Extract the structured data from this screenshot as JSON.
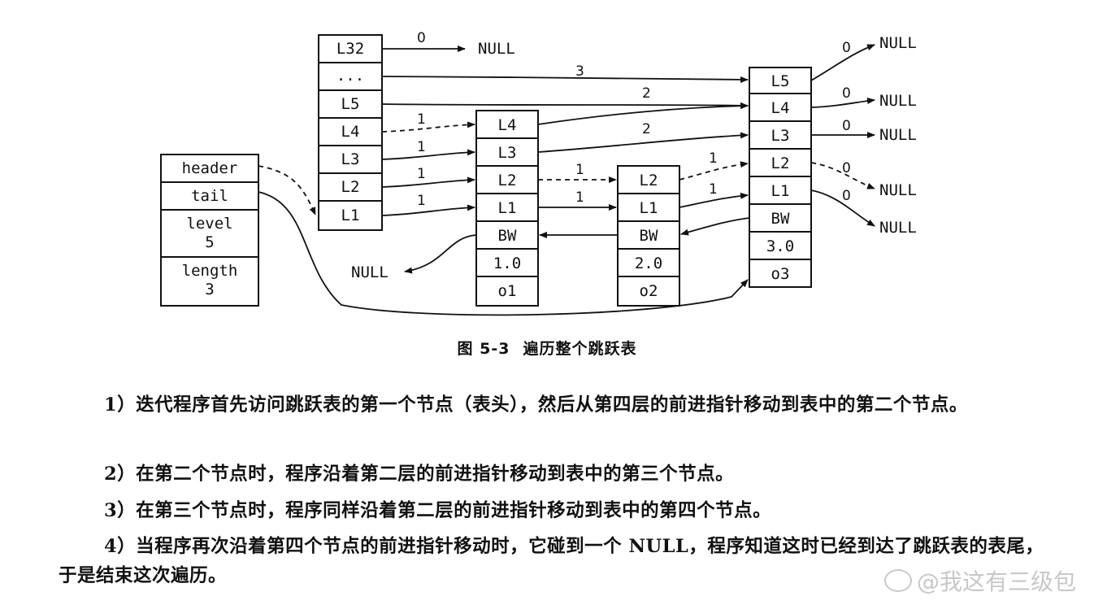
{
  "diagram": {
    "header_cells": [
      "header",
      "tail",
      "level",
      "5",
      "length",
      "3"
    ],
    "header_node": [
      "L32",
      "...",
      "L5",
      "L4",
      "L3",
      "L2",
      "L1"
    ],
    "node1": [
      "L4",
      "L3",
      "L2",
      "L1",
      "BW",
      "1.0",
      "o1"
    ],
    "node2": [
      "L2",
      "L1",
      "BW",
      "2.0",
      "o2"
    ],
    "node3": [
      "L5",
      "L4",
      "L3",
      "L2",
      "L1",
      "BW",
      "3.0",
      "o3"
    ],
    "null_label": "NULL",
    "spans": {
      "l32": "0",
      "l5_top": "3",
      "l5_n3l4": "2",
      "n1l3": "2",
      "n2l2": "1",
      "n2l1": "1",
      "h_l4": "1",
      "h_l3": "1",
      "h_l2": "1",
      "h_l1": "1",
      "n1l2": "1",
      "n1l1": "1",
      "n3l5": "0",
      "n3l4": "0",
      "n3l3": "0",
      "n3l2": "0",
      "n3l1": "0"
    }
  },
  "caption": {
    "number": "图 5-3",
    "title": "遍历整个跳跃表"
  },
  "paragraphs": [
    "1）迭代程序首先访问跳跃表的第一个节点（表头），然后从第四层的前进指针移动到表中的第二个节点。",
    "2）在第二个节点时，程序沿着第二层的前进指针移动到表中的第三个节点。",
    "3）在第三个节点时，程序同样沿着第二层的前进指针移动到表中的第四个节点。",
    "4）当程序再次沿着第四个节点的前进指针移动时，它碰到一个 NULL，程序知道这时已经到达了跳跃表的表尾，于是结束这次遍历。"
  ],
  "watermark": "@我这有三级包"
}
